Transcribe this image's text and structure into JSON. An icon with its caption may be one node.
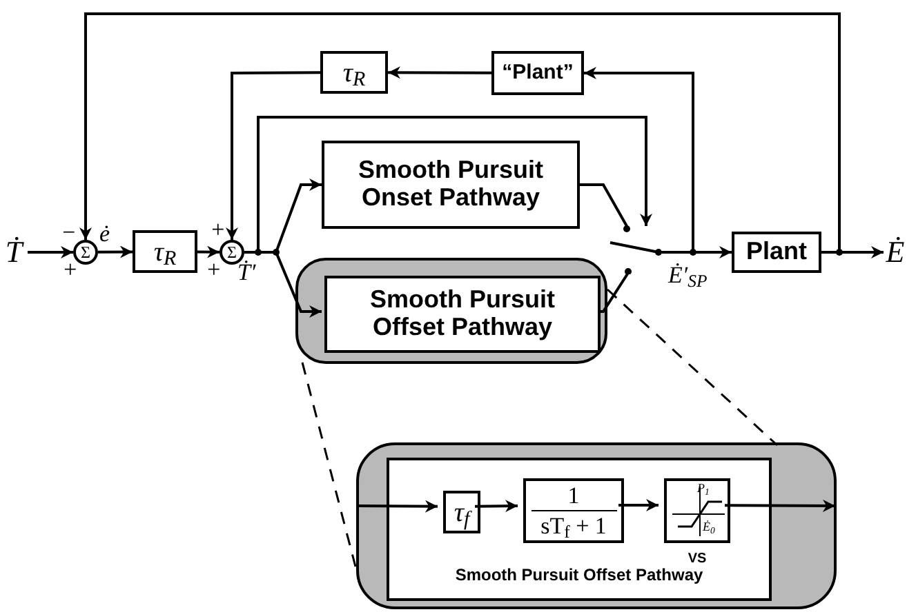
{
  "diagram": {
    "nodes": [
      {
        "text": [
          "Ṫ"
        ]
      },
      {
        "text": [
          "Σ"
        ]
      },
      {
        "text": [
          "τ$_{R}$"
        ]
      },
      {
        "text": [
          "Σ"
        ]
      },
      {
        "text": [
          "Smooth Pursuit Onset Pathway"
        ]
      },
      {
        "text": [],
        "shape": "box"
      },
      {
        "text": [
          "Smooth Pursuit Offset Pathway"
        ],
        "in": 5
      },
      {
        "text": [
          "Plant"
        ]
      },
      {
        "text": [
          "Ė"
        ]
      },
      {
        "text": [
          "τ$_{R}$"
        ]
      },
      {
        "text": [
          "“Plant”"
        ]
      },
      {
        "text": [],
        "shape": "switch"
      },
      {
        "text": [],
        "shape": "box"
      },
      {
        "text": [
          "Smooth Pursuit Offset Pathway"
        ],
        "in": 12
      },
      {
        "text": [
          "τ$_{f}$"
        ],
        "in": 13
      },
      {
        "text": [
          "1",
          "sT$_{f}$ + 1"
        ],
        "in": 13
      },
      {
        "text": [
          "P$_{1}$",
          "Ė$_{0}$"
        ],
        "in": 13,
        "beside": [
          "VS"
        ]
      }
    ],
    "edges": [
      {
        "from": 0,
        "to": 1,
        "arrow": "to"
      },
      {
        "from": 1,
        "to": 2,
        "arrow": "to"
      },
      {
        "from": 2,
        "to": 3,
        "arrow": "to"
      },
      {
        "from": 3,
        "to": 4,
        "arrow": "to"
      },
      {
        "from": 3,
        "to": 6,
        "arrow": "to"
      },
      {
        "from": 4,
        "to": 11,
        "arrow": "none"
      },
      {
        "from": 6,
        "to": 11,
        "arrow": "none"
      },
      {
        "from": 11,
        "to": 7,
        "arrow": "to"
      },
      {
        "from": 7,
        "to": 8,
        "arrow": "to"
      },
      {
        "from": 7,
        "to": 1,
        "arrow": "to"
      },
      {
        "from": 11,
        "to": 10,
        "arrow": "to"
      },
      {
        "from": 10,
        "to": 9,
        "arrow": "to"
      },
      {
        "from": 9,
        "to": 3,
        "arrow": "to"
      },
      {
        "from": 3,
        "to": 11,
        "arrow": "to"
      },
      {
        "from": 5,
        "to": 12,
        "arrow": "none",
        "style": "dashed"
      },
      {
        "from": 5,
        "to": 12,
        "arrow": "none",
        "style": "dashed"
      },
      {
        "from": null,
        "to": 14,
        "arrow": "to"
      },
      {
        "from": 14,
        "to": 15,
        "arrow": "to"
      },
      {
        "from": 15,
        "to": 16,
        "arrow": "to"
      },
      {
        "from": 16,
        "to": null,
        "arrow": "to"
      }
    ],
    "labels": [
      "−",
      "+",
      "ė",
      "+",
      "+",
      "Ṫ′",
      "Ė′$_{SP}$"
    ]
  }
}
